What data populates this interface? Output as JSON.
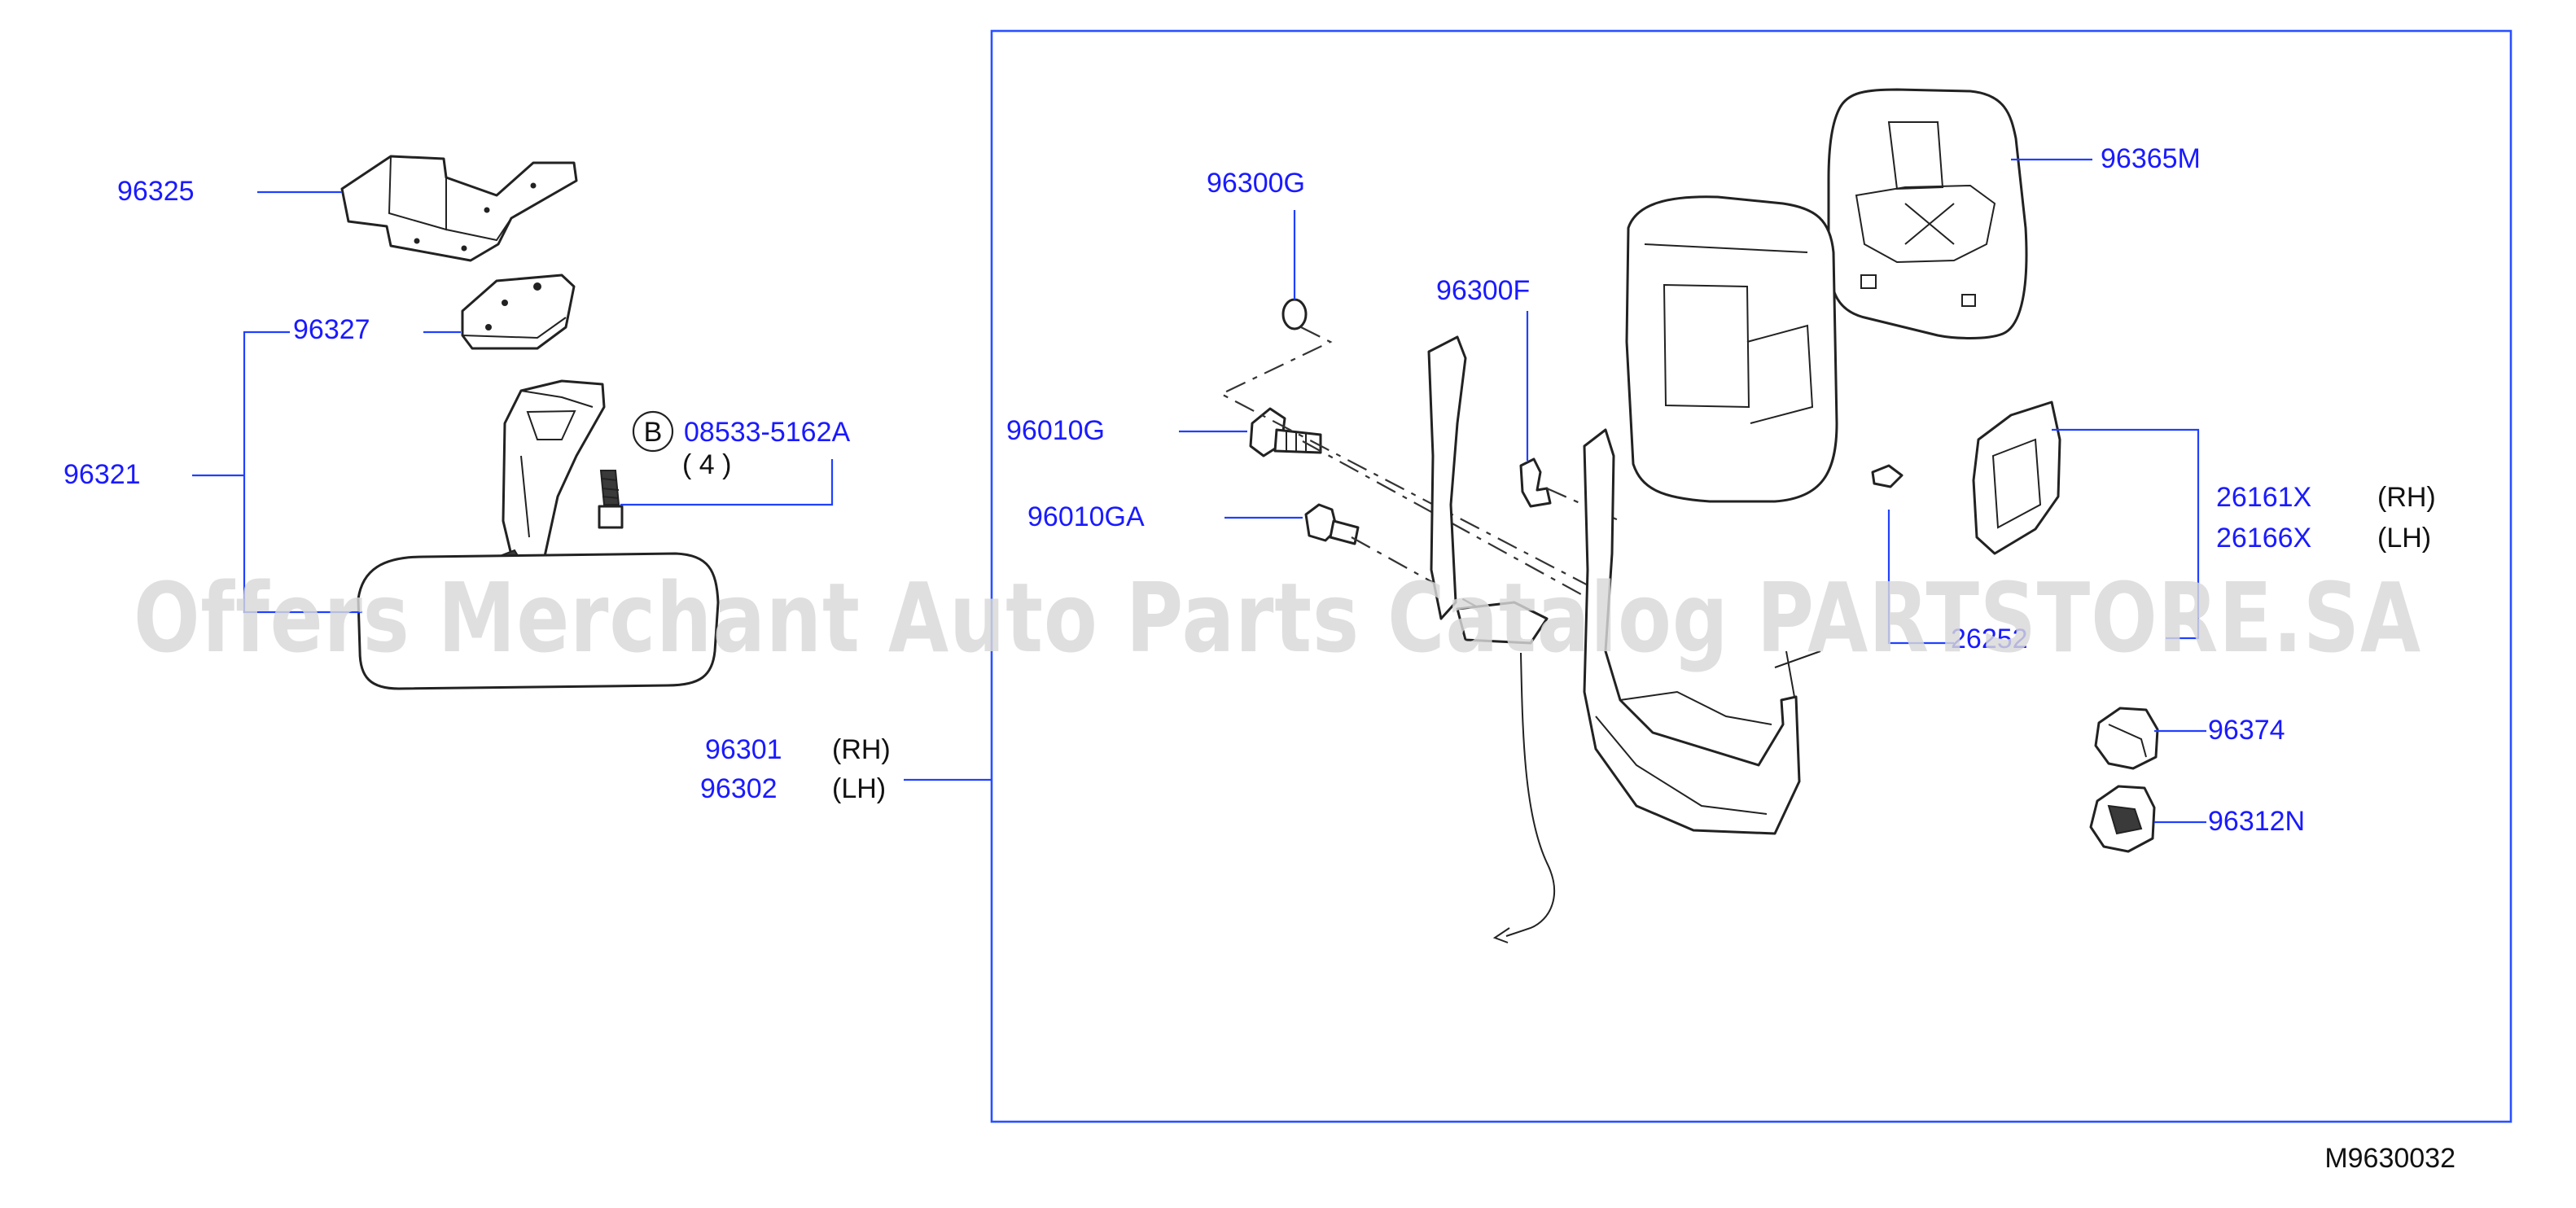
{
  "diagram_code": "M9630032",
  "watermark": "Offers Merchant Auto Parts Catalog PARTSTORE.SA",
  "colors": {
    "part_number": "#1a1aff",
    "leader_line": "#2040ff",
    "frame": "#2a50ff",
    "watermark": "#d9d9d9"
  },
  "fastener_callout": {
    "symbol": "B",
    "part_number": "08533-5162A",
    "quantity": "( 4 )"
  },
  "parts": {
    "p96325": "96325",
    "p96327": "96327",
    "p96321": "96321",
    "p96301": "96301",
    "p96301_side": "(RH)",
    "p96302": "96302",
    "p96302_side": "(LH)",
    "p96300G": "96300G",
    "p96300F": "96300F",
    "p96010G": "96010G",
    "p96010GA": "96010GA",
    "p96365M": "96365M",
    "p26161X": "26161X",
    "p26161X_side": "(RH)",
    "p26166X": "26166X",
    "p26166X_side": "(LH)",
    "p26252": "26252",
    "p96374": "96374",
    "p96312N": "96312N"
  }
}
